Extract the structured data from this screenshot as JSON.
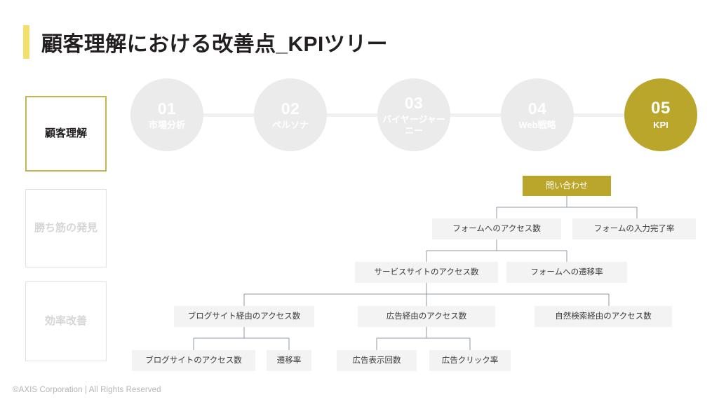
{
  "slide": {
    "title": "顧客理解における改善点_KPIツリー",
    "accent_color": "#f2e06d",
    "brand_gold": "#b9a62b",
    "active_border_color": "#c4b452",
    "node_bg": "#f3f3f3",
    "connector_color": "#8e99a4"
  },
  "footer": {
    "copyright": "©AXIS Corporation | All Rights Reserved"
  },
  "sidebar": {
    "items": [
      {
        "label": "顧客理解",
        "state": "active"
      },
      {
        "label": "勝ち筋の発見",
        "state": "inactive"
      },
      {
        "label": "効率改善",
        "state": "inactive"
      }
    ]
  },
  "steps": {
    "items": [
      {
        "num": "01",
        "label": "市場分析",
        "state": "inactive"
      },
      {
        "num": "02",
        "label": "ペルソナ",
        "state": "inactive"
      },
      {
        "num": "03",
        "label": "バイヤージャーニー",
        "state": "inactive"
      },
      {
        "num": "04",
        "label": "Web戦略",
        "state": "inactive"
      },
      {
        "num": "05",
        "label": "KPI",
        "state": "active"
      }
    ]
  },
  "chart_data": {
    "type": "tree",
    "title": "顧客理解における改善点_KPIツリー",
    "orientation": "top-down",
    "root": "問い合わせ",
    "levels": [
      {
        "level": 0,
        "nodes": [
          "問い合わせ"
        ]
      },
      {
        "level": 1,
        "nodes": [
          "フォームへのアクセス数",
          "フォームの入力完了率"
        ]
      },
      {
        "level": 2,
        "nodes": [
          "サービスサイトのアクセス数",
          "フォームへの遷移率"
        ]
      },
      {
        "level": 3,
        "nodes": [
          "ブログサイト経由のアクセス数",
          "広告経由のアクセス数",
          "自然検索経由のアクセス数"
        ]
      },
      {
        "level": 4,
        "nodes": [
          "ブログサイトのアクセス数",
          "遷移率",
          "広告表示回数",
          "広告クリック率"
        ]
      }
    ],
    "edges": [
      {
        "from": "問い合わせ",
        "to": "フォームへのアクセス数"
      },
      {
        "from": "問い合わせ",
        "to": "フォームの入力完了率"
      },
      {
        "from": "フォームへのアクセス数",
        "to": "サービスサイトのアクセス数"
      },
      {
        "from": "フォームへのアクセス数",
        "to": "フォームへの遷移率"
      },
      {
        "from": "サービスサイトのアクセス数",
        "to": "ブログサイト経由のアクセス数"
      },
      {
        "from": "サービスサイトのアクセス数",
        "to": "広告経由のアクセス数"
      },
      {
        "from": "サービスサイトのアクセス数",
        "to": "自然検索経由のアクセス数"
      },
      {
        "from": "ブログサイト経由のアクセス数",
        "to": "ブログサイトのアクセス数"
      },
      {
        "from": "ブログサイト経由のアクセス数",
        "to": "遷移率"
      },
      {
        "from": "広告経由のアクセス数",
        "to": "広告表示回数"
      },
      {
        "from": "広告経由のアクセス数",
        "to": "広告クリック率"
      }
    ]
  },
  "tree": {
    "n0": "問い合わせ",
    "n1a": "フォームへのアクセス数",
    "n1b": "フォームの入力完了率",
    "n2a": "サービスサイトのアクセス数",
    "n2b": "フォームへの遷移率",
    "n3a": "ブログサイト経由のアクセス数",
    "n3b": "広告経由のアクセス数",
    "n3c": "自然検索経由のアクセス数",
    "n4a": "ブログサイトのアクセス数",
    "n4b": "遷移率",
    "n4c": "広告表示回数",
    "n4d": "広告クリック率"
  }
}
